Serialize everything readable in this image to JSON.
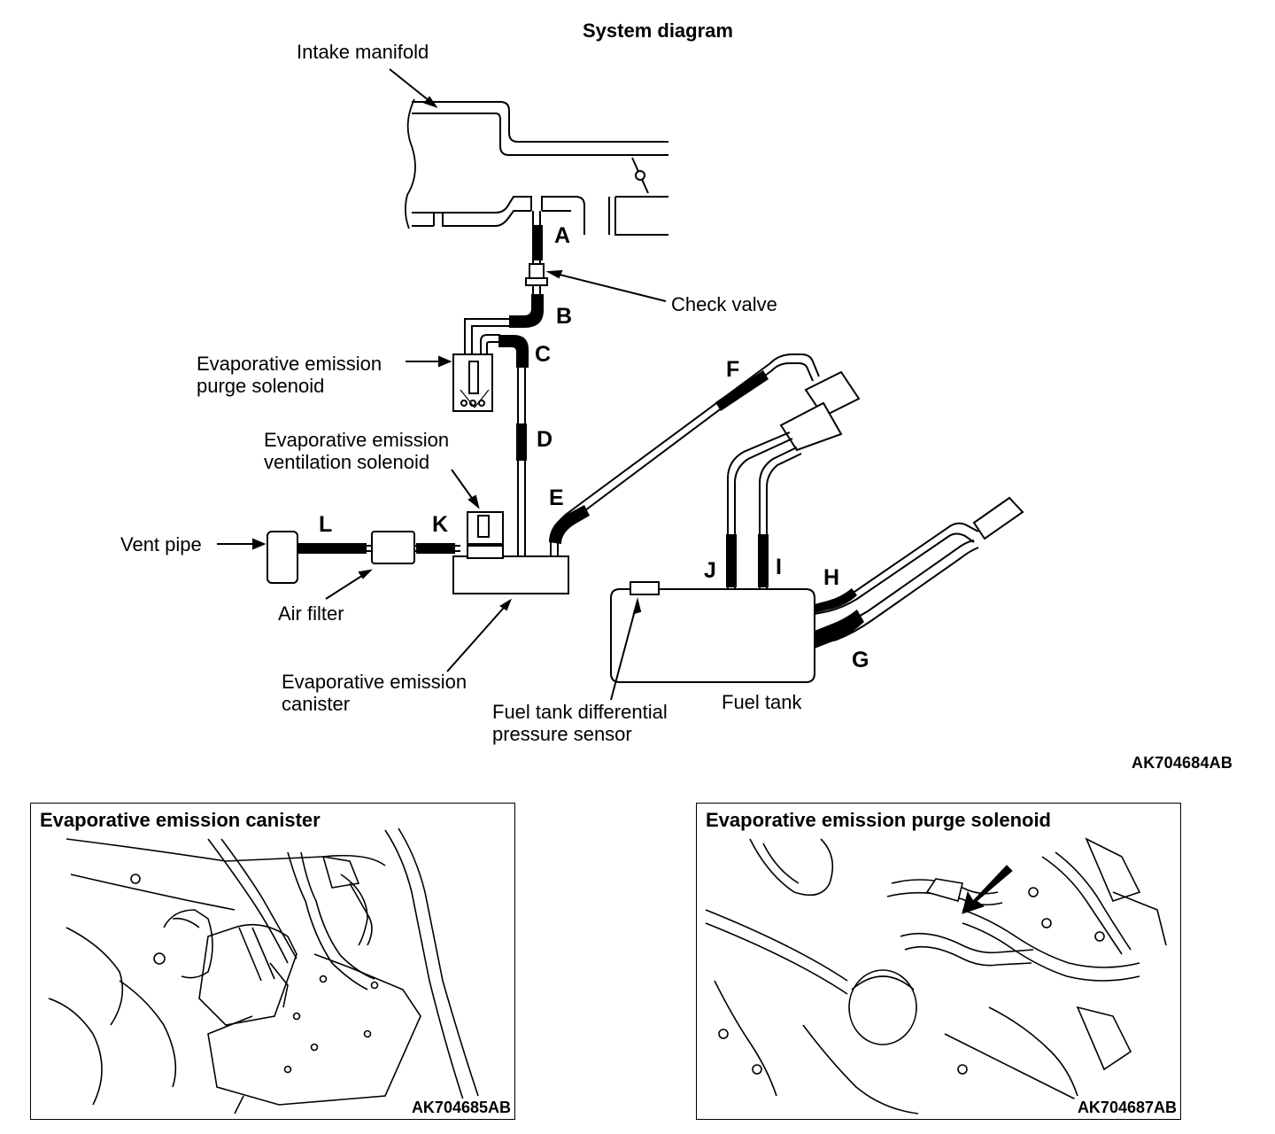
{
  "diagram": {
    "title": "System diagram",
    "code": "AK704684AB",
    "labels": {
      "intake_manifold": "Intake manifold",
      "check_valve": "Check valve",
      "purge_solenoid_1": "Evaporative emission",
      "purge_solenoid_2": "purge solenoid",
      "vent_solenoid_1": "Evaporative emission",
      "vent_solenoid_2": "ventilation solenoid",
      "vent_pipe": "Vent pipe",
      "air_filter": "Air filter",
      "canister_1": "Evaporative emission",
      "canister_2": "canister",
      "pressure_sensor_1": "Fuel tank differential",
      "pressure_sensor_2": "pressure sensor",
      "fuel_tank": "Fuel tank"
    },
    "hose_letters": [
      "A",
      "B",
      "C",
      "D",
      "E",
      "F",
      "G",
      "H",
      "I",
      "J",
      "K",
      "L"
    ]
  },
  "panels": [
    {
      "title": "Evaporative emission canister",
      "code": "AK704685AB"
    },
    {
      "title": "Evaporative emission purge solenoid",
      "code": "AK704687AB"
    }
  ]
}
